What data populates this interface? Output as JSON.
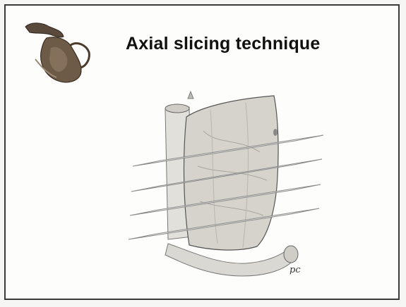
{
  "slide": {
    "title": "Axial slicing technique",
    "signature": "pc"
  },
  "thumbnail": {
    "icon": "specimen-thumbnail-icon"
  },
  "illustration": {
    "icon": "axial-slicing-illustration",
    "plane_count": 4
  },
  "colors": {
    "border": "#3a3a3a",
    "background": "#fdfdfb",
    "title": "#111111",
    "specimen": "#d9d7d1",
    "slice_line": "#8a8a8a"
  }
}
